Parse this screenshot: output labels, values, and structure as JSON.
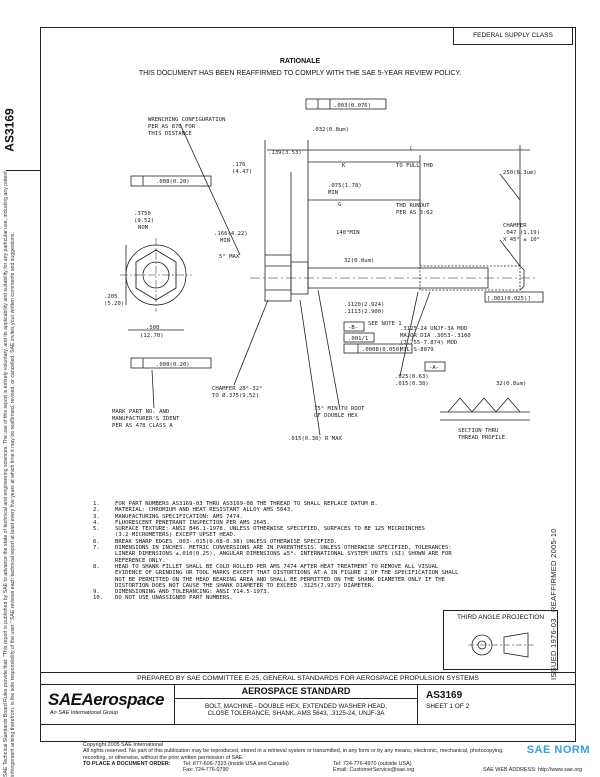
{
  "header": {
    "federal_supply_class": "FEDERAL SUPPLY CLASS",
    "rationale_title": "RATIONALE",
    "rationale_text": "THIS DOCUMENT HAS BEEN REAFFIRMED TO COMPLY WITH THE SAE 5-YEAR REVIEW POLICY."
  },
  "document_number": "AS3169",
  "side_notice": "SAE Technical Standards Board Rules provide that: \"This report is published by SAE to advance the state of technical and engineering sciences. The use of this report is entirely voluntary, and its applicability and suitability for any particular use, including any patent infringement arising therefrom, is the sole responsibility of the user.\" SAE reviews each technical report at least every five years at which time it may be reaffirmed, revised, or cancelled. SAE invites your written comments and suggestions.",
  "right_margin": {
    "reaffirmed": "REAFFIRMED 2005-10",
    "issued": "ISSUED 1976-03"
  },
  "drawing": {
    "labels": {
      "wrenching": "WRENCHING CONFIGURATION",
      "wrenching2": "PER AS 870 FOR",
      "wrenching3": "THIS DISTANCE",
      "dim_003": ".003(0.076)",
      "dim_032": ".032(0.8um)",
      "dim_139": ".139(3.53)",
      "dim_176": ".176",
      "dim_447": "(4.47)",
      "dim_L": "L",
      "dim_K": "K",
      "to_full_thd": "TO FULL THD",
      "dim_250": "250(6.3um)",
      "dim_075": ".075(1.78)",
      "min": "MIN",
      "dim_G": "G",
      "thd_runout": "THD RUNOUT",
      "per_as": "PER AS 3:62",
      "chamfer": "CHAMFER",
      "dim_047": ".047 (1.19)",
      "x45": "X 45° ± 10°",
      "dim_008a": ".008(0.20)",
      "dim_3750": ".3750",
      "dim_3750m": "(9.52)",
      "nom": "NOM",
      "dim_166": ".166(4.22)",
      "min2": "MIN",
      "deg140": "140°MIN",
      "max5": "5° MAX",
      "dim_032b": "32(0.8um)",
      "dim_205": ".205",
      "dim_520": "(5.20)",
      "dim_500": ".500",
      "dim_1270": "(12.70)",
      "dim_008b": ".008(0.20)",
      "dim_1120": ".1120(2.924)",
      "dim_1113": ".1113(2.900)",
      "tol_001": "[.001(0.025)]",
      "datum_B": "-B-",
      "sec_note": "SEE NOTE 1",
      "dim_001": ".001/1",
      "dim_0008": ".0008(0.050)",
      "thread": ".3125-24 UNJF-3A MOD",
      "major": "MAJOR DIA .3053-.3100",
      "major2": "(7.755-7.874) MOD",
      "mil": "MIL-S-8879",
      "datum_A": "-A-",
      "dim_025": ".025(0.63)",
      "dim_015": ".015(0.38)",
      "chamfer2": "CHAMFER 28°-32°",
      "chamfer3": "TO Ø.375(9.52)",
      "deg75": "75° MIN TO ROOT",
      "deg75b": "OF DOUBLE HEX",
      "r015": ".015(0.38) R MAX",
      "mark": "MARK PART NO. AND",
      "mark2": "MANUFACTURER'S IDENT",
      "mark3": "PER AS 478 CLASS A",
      "dim_32b": "32(0.8um)",
      "section": "SECTION THRU",
      "section2": "THREAD PROFILE"
    }
  },
  "notes": [
    {
      "num": "1.",
      "text": "FOR PART NUMBERS AS3169-03 THRU AS3169-08 THE THREAD TO SHALL REPLACE DATUM B."
    },
    {
      "num": "2.",
      "text": "MATERIAL: CHROMIUM AND HEAT RESISTANT ALLOY AMS 5643."
    },
    {
      "num": "3.",
      "text": "MANUFACTURING SPECIFICATION: AMS 7474."
    },
    {
      "num": "4.",
      "text": "FLUORESCENT PENETRANT INSPECTION PER AMS 2645."
    },
    {
      "num": "5.",
      "text": "SURFACE TEXTURE: ANSI B46.1-1978. UNLESS OTHERWISE SPECIFIED, SURFACES TO BE 125 MICROINCHES"
    },
    {
      "num": "",
      "text": "(3.2 MICROMETERS) EXCEPT UPSET HEAD."
    },
    {
      "num": "6.",
      "text": "BREAK SHARP EDGES .003-.015(0.08-0.38) UNLESS OTHERWISE SPECIFIED."
    },
    {
      "num": "7.",
      "text": "DIMENSIONS IN INCHES. METRIC CONVERSIONS ARE IN PARENTHESIS. UNLESS OTHERWISE SPECIFIED, TOLERANCES:"
    },
    {
      "num": "",
      "text": "LINEAR DIMENSIONS ±.010(0.25), ANGULAR DIMENSIONS ±5°. INTERNATIONAL SYSTEM UNITS (SI) SHOWN ARE FOR"
    },
    {
      "num": "",
      "text": "REFERENCE ONLY."
    },
    {
      "num": "8.",
      "text": "HEAD TO SHANK FILLET SHALL BE COLD ROLLED PER AMS 7474 AFTER HEAT TREATMENT TO REMOVE ALL VISUAL"
    },
    {
      "num": "",
      "text": "EVIDENCE OF GRINDING OR TOOL MARKS EXCEPT THAT DISTORTIONS AT A IN FIGURE 2 OF THE SPECIFICATION SHALL"
    },
    {
      "num": "",
      "text": "NOT BE PERMITTED ON THE HEAD BEARING AREA AND SHALL BE PERMITTED ON THE SHANK DIAMETER ONLY IF THE"
    },
    {
      "num": "",
      "text": "DISTORTION DOES NOT CAUSE THE SHANK DIAMETER TO EXCEED .3125(7.937) DIAMETER."
    },
    {
      "num": "9.",
      "text": "DIMENSIONING AND TOLERANCING: ANSI Y14.5-1973."
    },
    {
      "num": "10.",
      "text": "DO NOT USE UNASSIGNED PART NUMBERS."
    }
  ],
  "third_angle": "THIRD ANGLE PROJECTION",
  "prepared_by": "PREPARED BY SAE COMMITTEE E-25, GENERAL STANDARDS FOR AEROSPACE PROPULSION SYSTEMS",
  "title_block": {
    "logo": "SAE",
    "logo_suffix": "Aerospace",
    "logo_sub": "An SAE International Group",
    "standard": "AEROSPACE STANDARD",
    "title_line1": "BOLT, MACHINE - DOUBLE HEX, EXTENDED WASHER HEAD,",
    "title_line2": "CLOSE TOLERANCE, SHANK, AMS 5643, .3125-24, UNJF-3A",
    "doc_no": "AS3169",
    "sheet": "SHEET 1 OF 2"
  },
  "footer": {
    "line1": "Copyright 2005 SAE International",
    "line2": "All rights reserved. No part of this publication may be reproduced, stored in a retrieval system or transmitted, in any form or by any means, electronic, mechanical, photocopying,",
    "line3": "recording, or otherwise, without the prior written permission of SAE.",
    "order": "TO PLACE A DOCUMENT ORDER:",
    "tel1": "Tel: 877-606-7323 (inside USA and Canada)",
    "tel2": "Tel: 724-776-4970 (outside USA)",
    "fax": "Fax: 724-776-0790",
    "email": "Email: CustomerService@sae.org",
    "web": "SAE WEB ADDRESS: http://www.sae.org",
    "watermark": "SAE NORM"
  }
}
